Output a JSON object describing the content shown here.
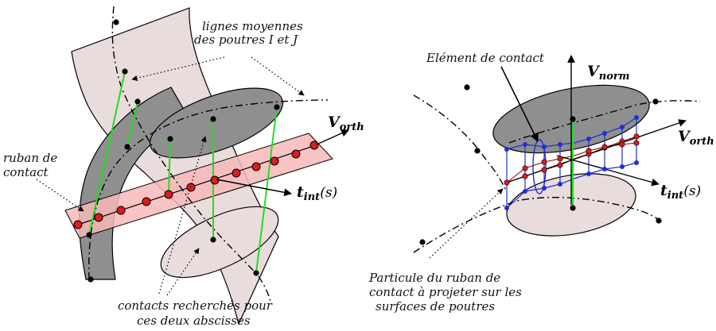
{
  "left": {
    "label_lignes_1": "lignes moyennes",
    "label_lignes_2": "des poutres I et J",
    "label_ruban_1": "ruban de",
    "label_ruban_2": "contact",
    "label_contacts_1": "contacts recherchés pour",
    "label_contacts_2": "ces deux abscisses",
    "v_orth": {
      "main": "V",
      "sub": "orth"
    },
    "t_int": {
      "main": "t",
      "sub": "int",
      "arg": "(s)"
    }
  },
  "right": {
    "label_element": "Elément de contact",
    "label_particule_1": "Particule du ruban de",
    "label_particule_2": "contact à projeter sur les",
    "label_particule_3": "surfaces de poutres",
    "v_norm": {
      "main": "V",
      "sub": "norm"
    },
    "v_orth": {
      "main": "V",
      "sub": "orth"
    },
    "t_int": {
      "main": "t",
      "sub": "int",
      "arg": "(s)"
    }
  },
  "colors": {
    "beam_dark": "#8f8f8f",
    "beam_light": "#e9dcdc",
    "ribbon": "#f7b8b8",
    "contact_particle": "#dd1c1c",
    "surface_point": "#1f2fd0",
    "green_link": "#22dd22"
  }
}
